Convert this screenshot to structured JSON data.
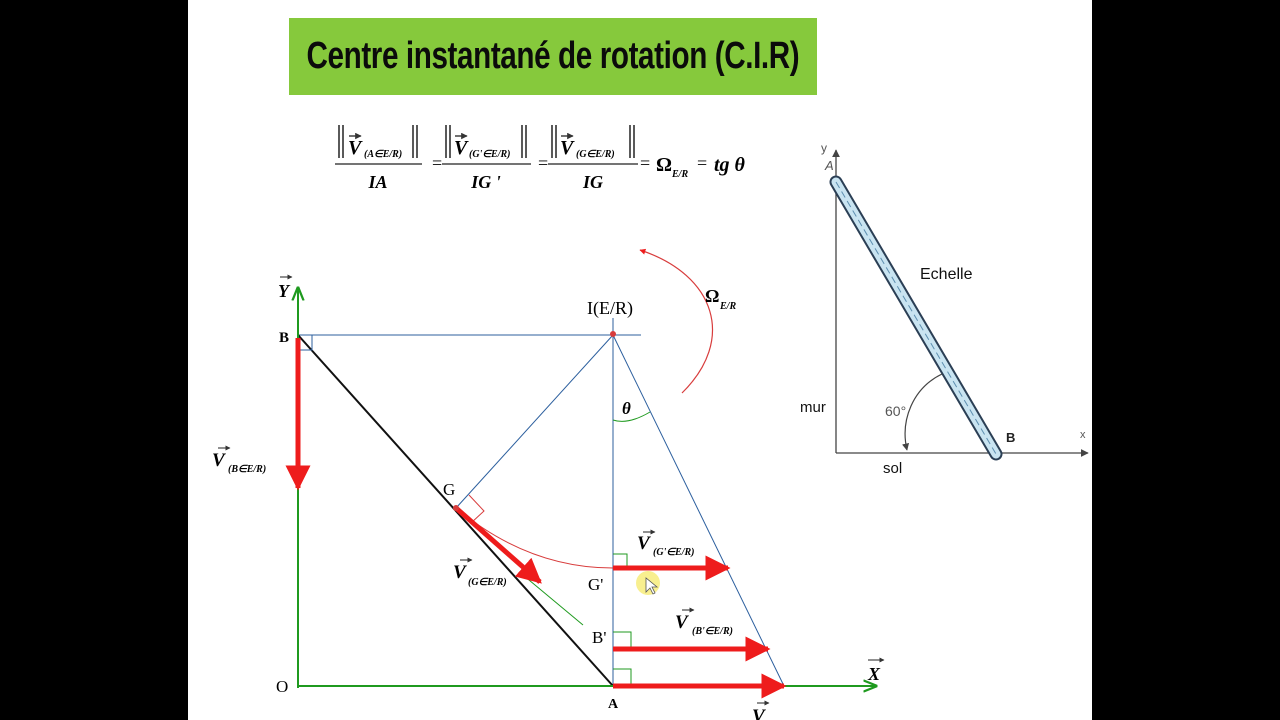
{
  "title": "Centre instantané de rotation (C.I.R)",
  "formula": {
    "num_a": "V",
    "sub_a": "(A∈E/R)",
    "den_a": "IA",
    "num_g2": "V",
    "sub_g2": "(G'∈E/R)",
    "den_g2": "IG '",
    "num_g": "V",
    "sub_g": "(G∈E/R)",
    "den_g": "IG",
    "omega": "Ω",
    "omega_sub": "E/R",
    "tg": "tg θ"
  },
  "diagram": {
    "axis_y": "Y",
    "axis_x": "X",
    "origin": "O",
    "point_a": "A",
    "point_b": "B",
    "point_g": "G",
    "point_g2": "G'",
    "point_b2": "B'",
    "point_i": "I(E/R)",
    "angle": "θ",
    "omega": "Ω",
    "omega_sub": "E/R",
    "v": "V",
    "v_b_sub": "(B∈E/R)",
    "v_g_sub": "(G∈E/R)",
    "v_g2_sub": "(G'∈E/R)",
    "v_b2_sub": "(B'∈E/R)",
    "v_a_partial": "V"
  },
  "ladder": {
    "axis_y": "y",
    "axis_x": "x",
    "point_a": "A",
    "point_b": "B",
    "label_echelle": "Echelle",
    "label_mur": "mur",
    "label_sol": "sol",
    "angle": "60°"
  },
  "colors": {
    "title_bg": "#86c93c",
    "axes": "#1f9a1f",
    "velocity": "#ee1c1c",
    "construction": "#2c5f9e",
    "arc": "#d83c3c"
  }
}
